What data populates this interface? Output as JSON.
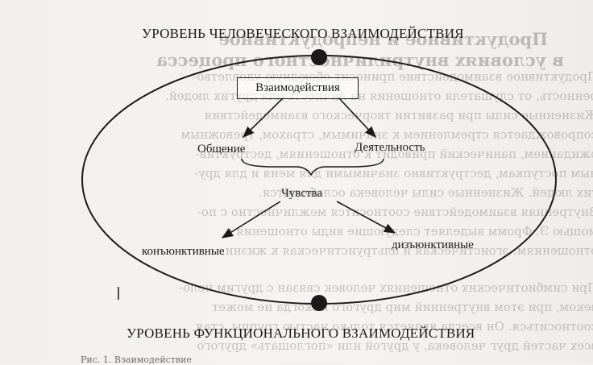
{
  "diagram": {
    "top_level_label": "УРОВЕНЬ ЧЕЛОВЕЧЕСКОГО ВЗАИМОДЕЙСТВИЯ",
    "bottom_level_label": "УРОВЕНЬ ФУНКЦИОНАЛЬНОГО ВЗАИМОДЕЙСТВИЯ",
    "box_label": "Взаимодействия",
    "left_node": "Общение",
    "right_node": "Деятельность",
    "center_node": "Чувства",
    "bottom_left_node": "конъюнктивные",
    "bottom_right_node": "дизъюнктивные"
  },
  "background_text": {
    "heading_1": "Продуктивное и непродуктивное",
    "heading_2": "в условиях внутриличностного процесса",
    "lines": [
      "Продуктивное взаимодействие приносит обоюдную удовлетво-",
      "ренность, от слушателя отношения на личность для других людей.",
      "Жизненные силы при развитии творческого взаимодействия",
      "сопровождается стремлением к значимым, страхом, тревожным",
      "ожиданием, панический приводит к отношениям, деструктив-",
      "ным поступкам, деструктивно значимыми для меня и для дру-",
      "гих людей. Жизненные силы человека ослабляются.",
      "Внутренняя взаимодействие соотносится межличностно с по-",
      "мощью Э. Фромм выделяет следующие виды отношения к",
      "отношениям: эгоистическая и альтруистическая к жизни.",
      "При симбиотических отношениях человек связан с другим чело-",
      "веком, при этом внутренний мир другого никогда не может",
      "соотноситься. Он всегда является только частью группы, стая,",
      "всех частей друг человека, у другой или «поглощать» другого"
    ]
  },
  "caption": "Рис. 1. Взаимодействие"
}
